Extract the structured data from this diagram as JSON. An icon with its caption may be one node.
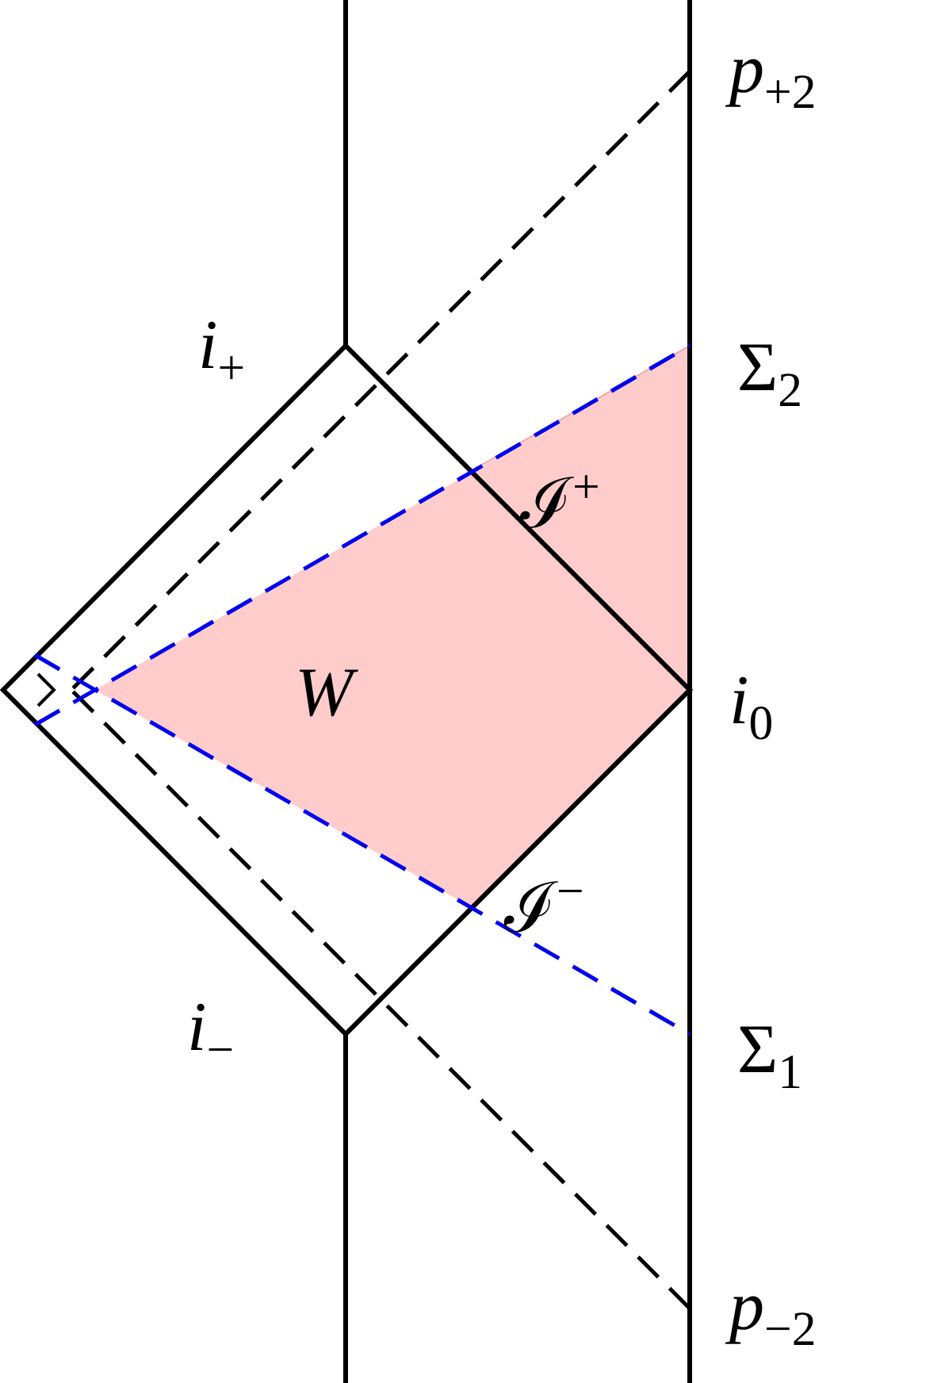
{
  "diagram": {
    "labels": [
      "*p*$_{+2}$",
      "*i*$_{+}$",
      "Σ$_{2}$",
      "ℐ$^{+}$",
      "W",
      "*i*$_{0}$",
      "ℐ$^{−}$",
      "*i*$_{−}$",
      "Σ$_{1}$",
      "*p*$_{−2}$"
    ]
  }
}
